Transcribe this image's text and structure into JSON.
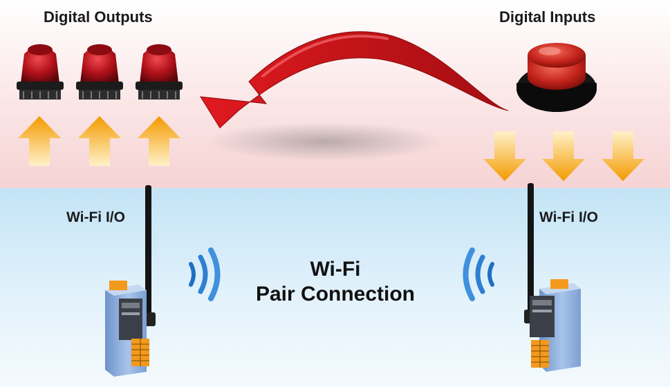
{
  "titles": {
    "digital_outputs": "Digital Outputs",
    "digital_inputs": "Digital Inputs"
  },
  "devices": {
    "left_label": "Wi-Fi I/O",
    "right_label": "Wi-Fi I/O"
  },
  "connection": {
    "line1": "Wi-Fi",
    "line2": "Pair Connection"
  },
  "colors": {
    "lamp_red": "#b3121b",
    "arrow_orange": "#f3a400",
    "curved_arrow_red": "#d8141a",
    "wifi_wave_blue": "#1f6fc4",
    "device_body": "#8fb3e0",
    "terminal_orange": "#f39a1e"
  },
  "icons": {
    "outputs": [
      "signal-lamp-icon",
      "signal-lamp-icon",
      "signal-lamp-icon"
    ],
    "input": "push-button-icon",
    "up_arrows": [
      "up-arrow-icon",
      "up-arrow-icon",
      "up-arrow-icon"
    ],
    "down_arrows": [
      "down-arrow-icon",
      "down-arrow-icon",
      "down-arrow-icon"
    ],
    "waves": [
      "wifi-waves-icon",
      "wifi-waves-icon"
    ],
    "curved_arrow": "curved-arrow-icon"
  }
}
